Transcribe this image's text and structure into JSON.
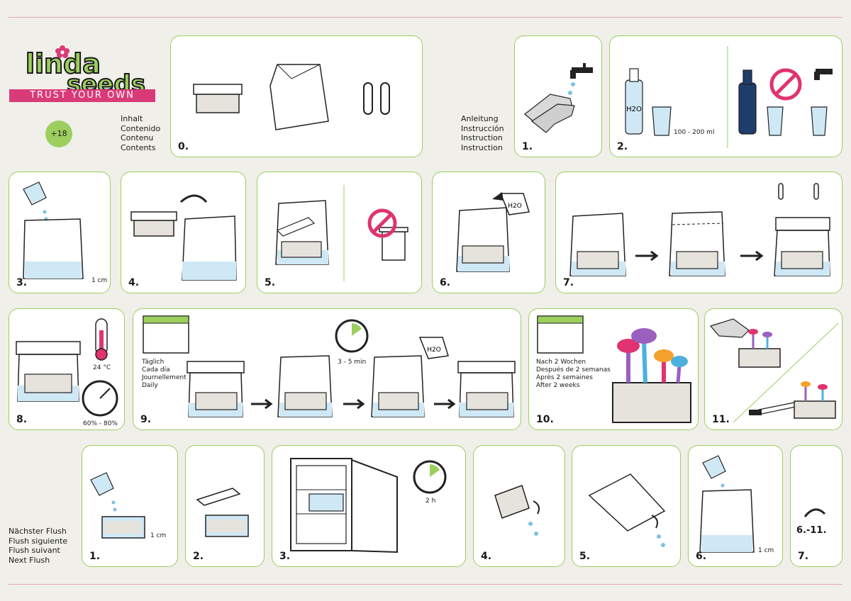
{
  "brand": {
    "line1": "linda",
    "line2": "seeds",
    "tagline": "TRUST YOUR OWN",
    "age_badge": "+18"
  },
  "contents_labels": [
    "Inhalt",
    "Contenido",
    "Contenu",
    "Contents"
  ],
  "instruction_labels": [
    "Anleitung",
    "Instrucción",
    "Instruction",
    "Instruction"
  ],
  "next_flush_labels": [
    "Nächster Flush",
    "Flush siguiente",
    "Flush suivant",
    "Next Flush"
  ],
  "daily_labels": [
    "Täglich",
    "Cada día",
    "Journellement",
    "Daily"
  ],
  "after_labels": [
    "Nach 2 Wochen",
    "Después de 2 semanas",
    "Après 2 semaines",
    "After 2 weeks"
  ],
  "steps": {
    "s0": "0.",
    "s1": "1.",
    "s2": "2.",
    "s3": "3.",
    "s4": "4.",
    "s5": "5.",
    "s6": "6.",
    "s7": "7.",
    "s8": "8.",
    "s9": "9.",
    "s10": "10.",
    "s11": "11."
  },
  "flush_steps": {
    "f1": "1.",
    "f2": "2.",
    "f3": "3.",
    "f4": "4.",
    "f5": "5.",
    "f6": "6.",
    "f7": "7.",
    "repeat": "6.-11."
  },
  "annotations": {
    "water_amount": "100 - 200 ml",
    "water_level": "1 cm",
    "temperature": "24 °C",
    "humidity": "60% - 80%",
    "wait": "3 - 5 min",
    "fridge_time": "2 h",
    "h2o": "H2O"
  },
  "colors": {
    "panel_border": "#9ccf5e",
    "logo_green": "#9ccf5e",
    "tagline_bg": "#d93a78",
    "water": "#cfe8f6",
    "forbidden": "#e0336f"
  }
}
